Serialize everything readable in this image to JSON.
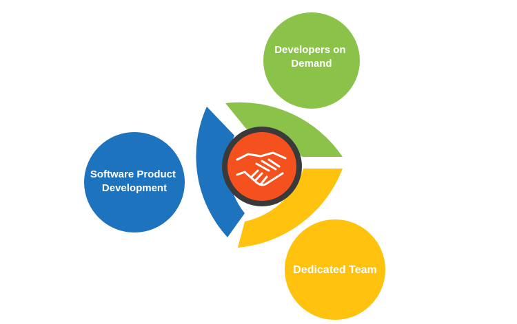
{
  "diagram": {
    "center_icon": "handshake-icon",
    "nodes": [
      {
        "id": "developers",
        "line1": "Developers on",
        "line2": "Demand",
        "color": "#8BC34A"
      },
      {
        "id": "software",
        "line1": "Software Product",
        "line2": "Development",
        "color": "#1E73BE"
      },
      {
        "id": "dedicated",
        "line1": "Dedicated Team",
        "color": "#FFC20E"
      }
    ],
    "colors": {
      "center": "#F4511E",
      "ring_dark": "#3A3A3A",
      "green": "#8BC34A",
      "blue": "#1E73BE",
      "yellow": "#FFC20E"
    }
  }
}
